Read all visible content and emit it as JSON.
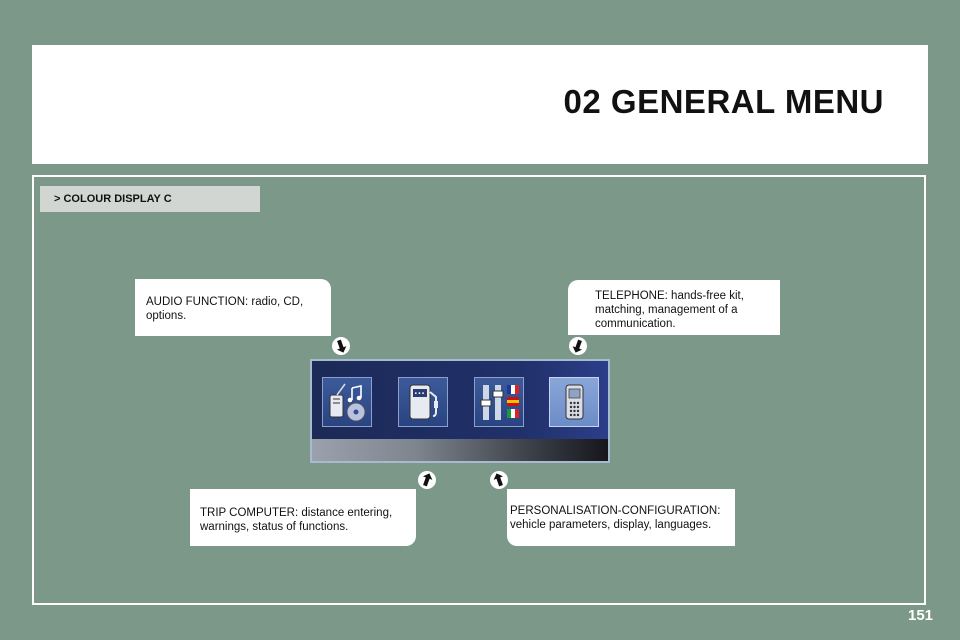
{
  "header": {
    "title": "02 GENERAL MENU"
  },
  "section": {
    "label": "> COLOUR DISPLAY C"
  },
  "callouts": {
    "audio": "AUDIO FUNCTION: radio, CD, options.",
    "telephone": "TELEPHONE: hands-free kit, matching, management of a communication.",
    "trip": "TRIP COMPUTER: distance entering, warnings, status of functions.",
    "personalisation": "PERSONALISATION-CONFIGURATION: vehicle parameters, display, languages."
  },
  "screen": {
    "icons": [
      "audio-icon",
      "fuel-pump-icon",
      "settings-sliders-icon",
      "mobile-phone-icon"
    ],
    "selected": "mobile-phone-icon"
  },
  "footer": {
    "page_number": "151"
  }
}
